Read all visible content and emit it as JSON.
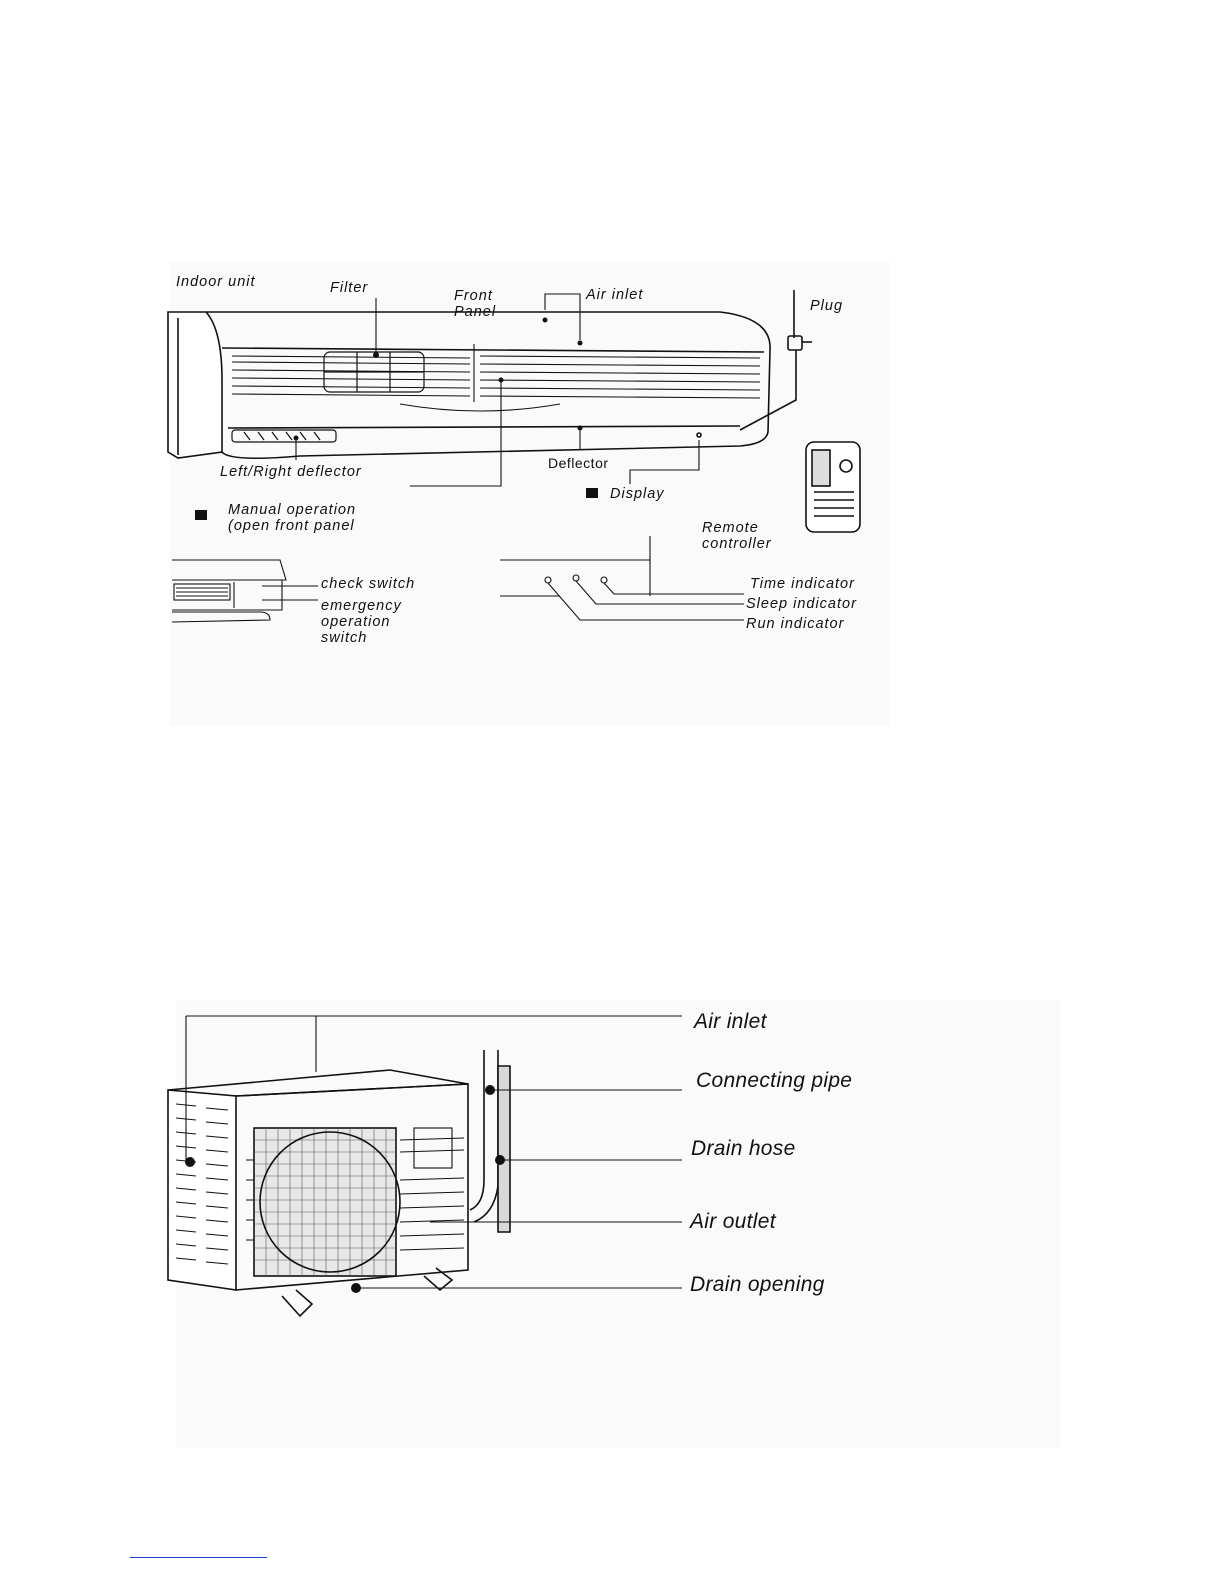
{
  "indoor_diagram": {
    "title": "Indoor unit",
    "labels": {
      "filter": "Filter",
      "front_panel": "Front\nPanel",
      "air_inlet": "Air inlet",
      "plug": "Plug",
      "left_right_deflector": "Left/Right deflector",
      "deflector": "Deflector",
      "display": "Display",
      "manual_operation": "Manual operation\n(open front panel",
      "remote_controller": "Remote\ncontroller",
      "check_switch": "check switch",
      "emergency_switch": "emergency\noperation\nswitch",
      "time_indicator": "Time indicator",
      "sleep_indicator": "Sleep indicator",
      "run_indicator": "Run indicator"
    }
  },
  "outdoor_diagram": {
    "labels": {
      "air_inlet": "Air inlet",
      "connecting_pipe": "Connecting pipe",
      "drain_hose": "Drain hose",
      "air_outlet": "Air outlet",
      "drain_opening": "Drain opening"
    }
  },
  "colors": {
    "line": "#111111",
    "panel_bg": "#f9f9f9",
    "footnote_link": "#1a3fd6"
  }
}
